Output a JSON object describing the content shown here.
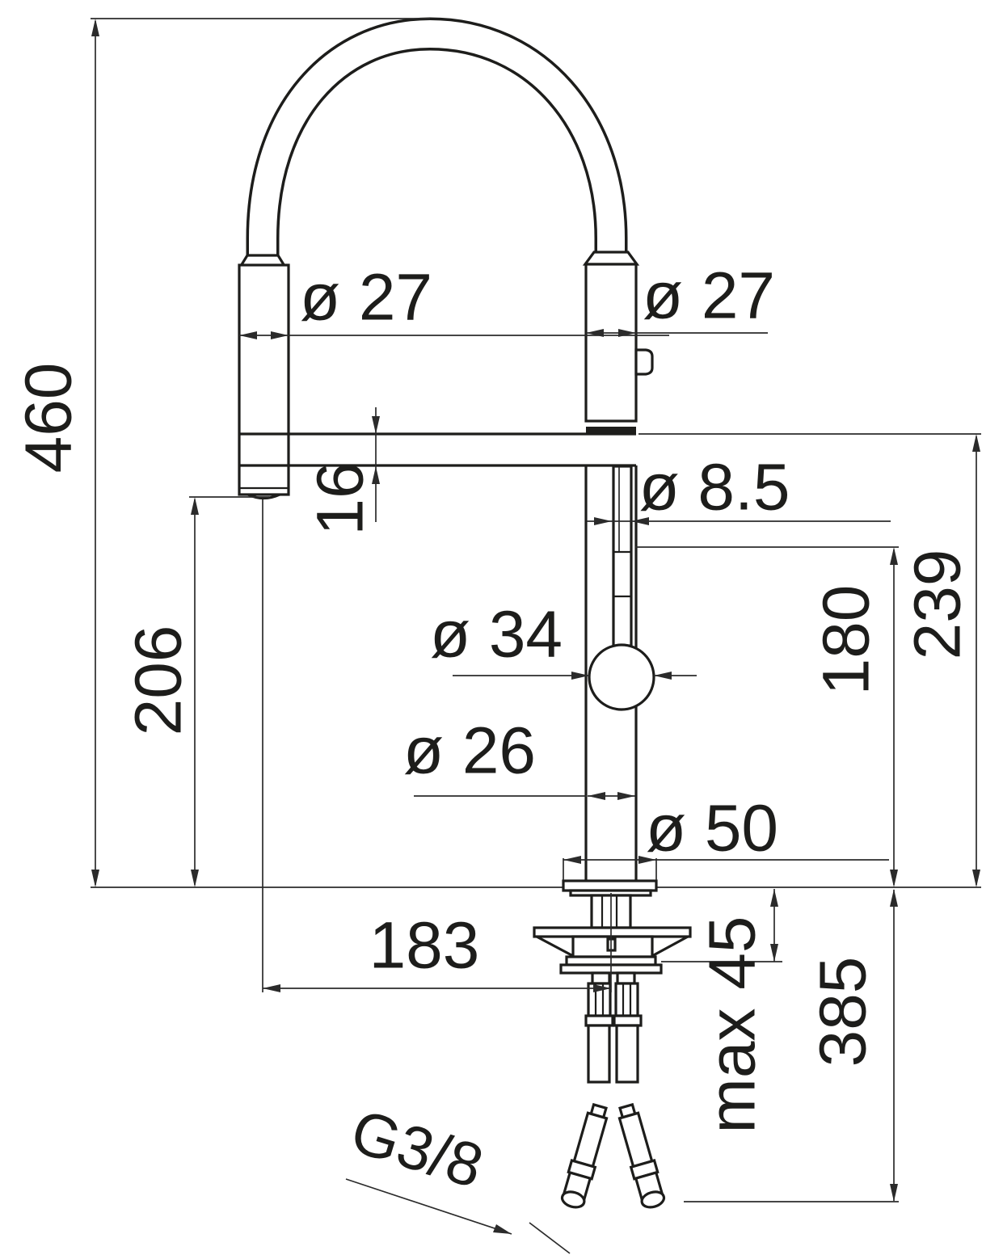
{
  "diagram": {
    "type": "technical-dimension-drawing",
    "subject": "kitchen mixer tap with pull-out spray head, front elevation",
    "units": "mm",
    "line_color": "#1d1d1b",
    "labels": {
      "total_height": "460",
      "head_clearance": "206",
      "arm_thickness": "16",
      "spray_head_diameter": "ø 27",
      "body_diameter": "ø 27",
      "pin_diameter": "ø 8.5",
      "ball_diameter": "ø 34",
      "riser_diameter": "ø 26",
      "base_diameter": "ø 50",
      "lever_height": "180",
      "arm_height": "239",
      "spout_reach": "183",
      "max_counter_thickness": "max 45",
      "hose_length": "385",
      "thread_size": "G3/8"
    }
  }
}
